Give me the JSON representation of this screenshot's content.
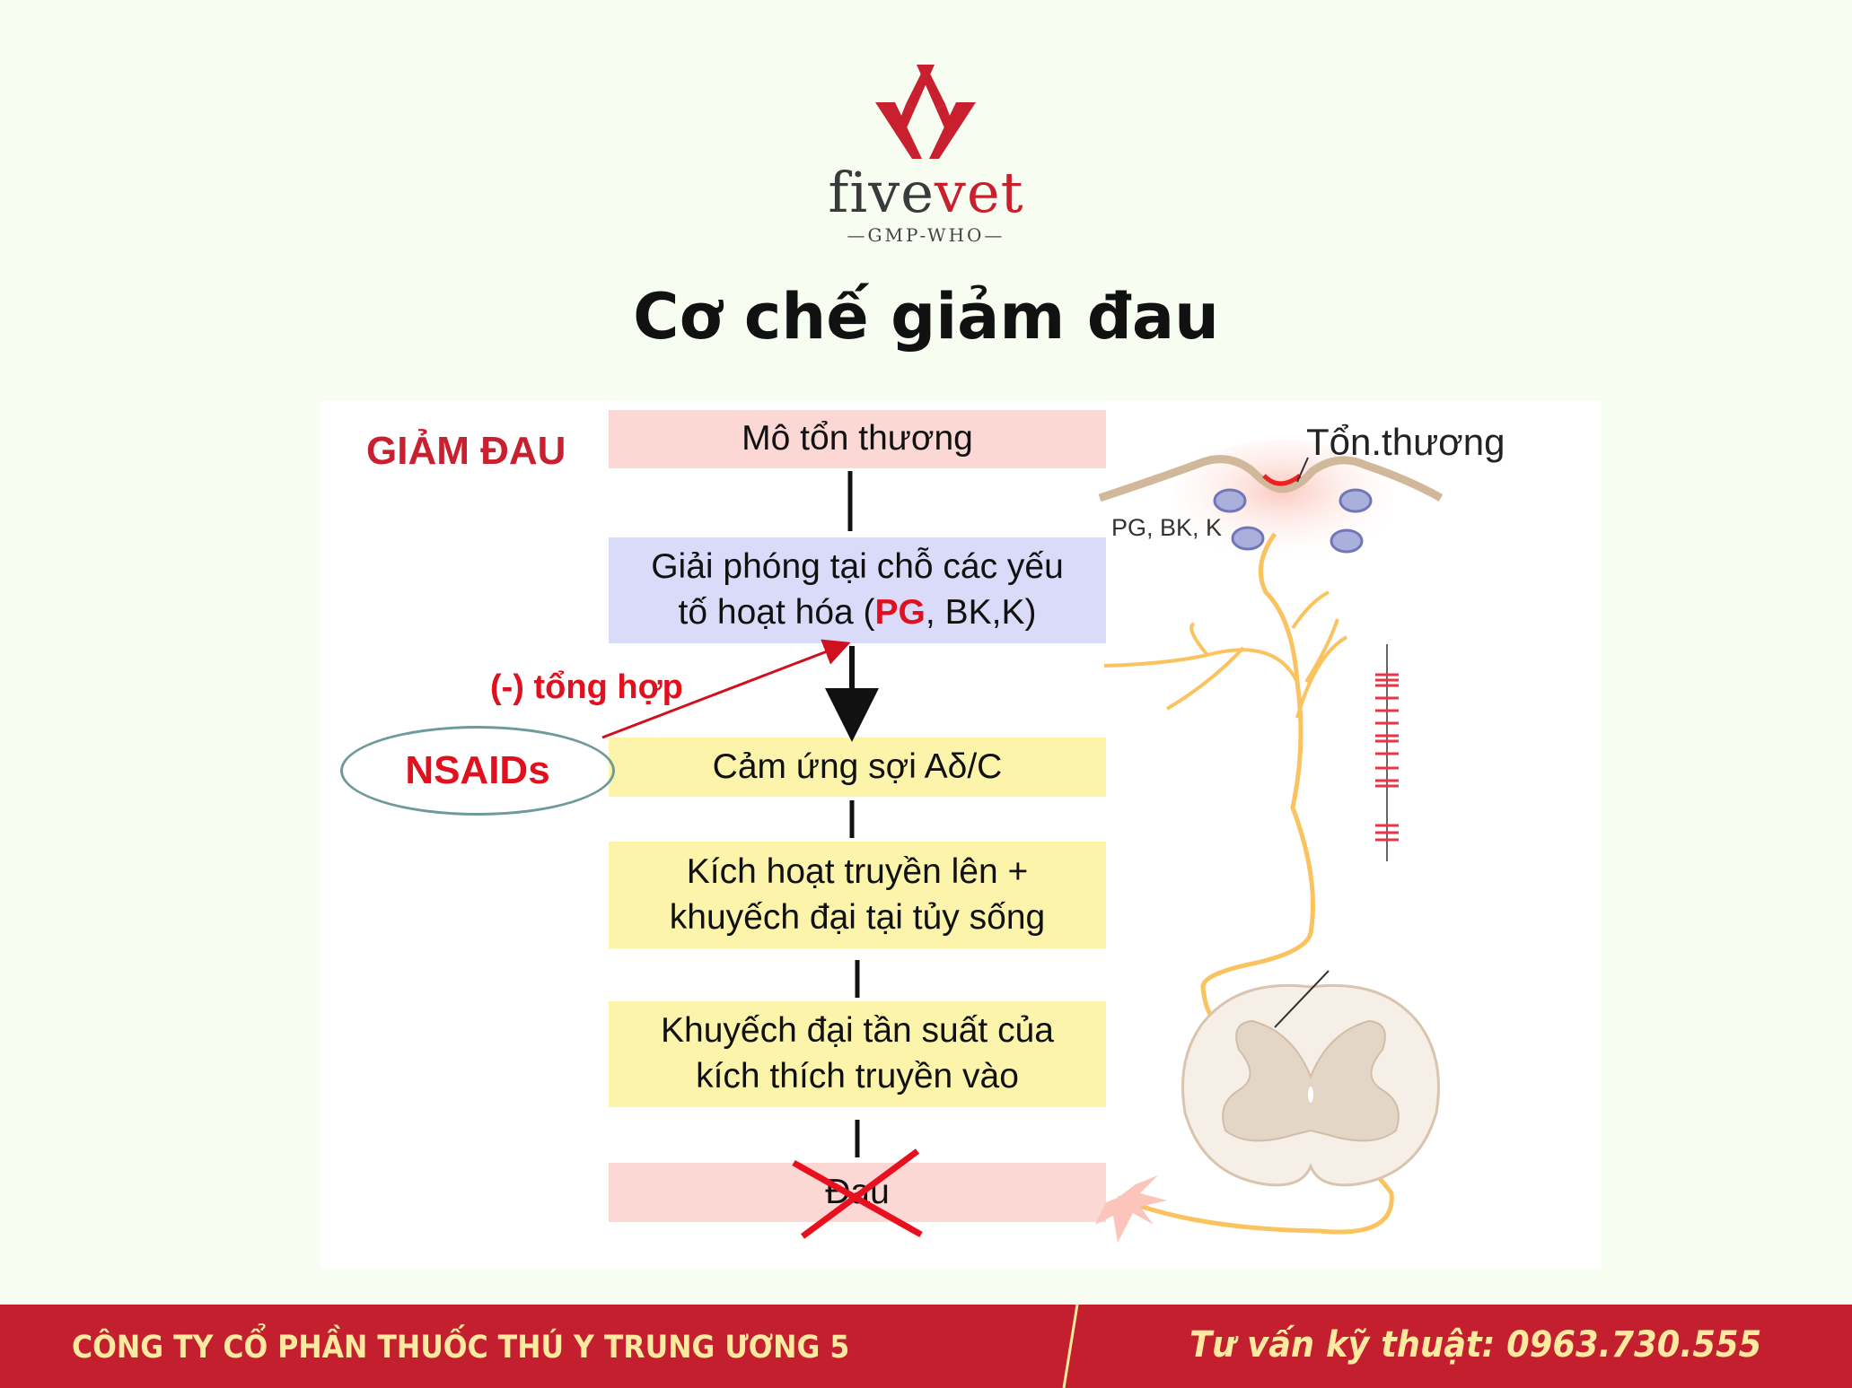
{
  "brand": {
    "name_part1": "five",
    "name_part2": "vet",
    "tagline": "—GMP-WHO—",
    "accent_color": "#c8202f"
  },
  "title": "Cơ chế giảm đau",
  "diagram": {
    "heading": "GIẢM ĐAU",
    "steps": [
      {
        "line1": "Mô tổn thương",
        "line2": ""
      },
      {
        "line1": "Giải phóng tại chỗ các yếu",
        "line2_pre": "tố hoạt hóa (",
        "line2_highlight": "PG",
        "line2_post": ", BK,K)"
      },
      {
        "line1": "Cảm ứng sợi Aδ/C",
        "line2": ""
      },
      {
        "line1": "Kích hoạt truyền lên +",
        "line2": "khuyếch đại tại tủy sống"
      },
      {
        "line1": "Khuyếch đại tần suất của",
        "line2": "kích thích truyền vào"
      },
      {
        "line1": "Đau",
        "line2": ""
      }
    ],
    "drug": "NSAIDs",
    "drug_effect": "(-) tổng hợp",
    "illustration_labels": {
      "injury": "Tổn.thương",
      "mediators": "PG, BK, K"
    }
  },
  "footer": {
    "company": "CÔNG TY CỔ PHẦN THUỐC THÚ Y TRUNG ƯƠNG 5",
    "hotline": "Tư vấn kỹ thuật: 0963.730.555",
    "bg_color": "#c41f2e"
  }
}
